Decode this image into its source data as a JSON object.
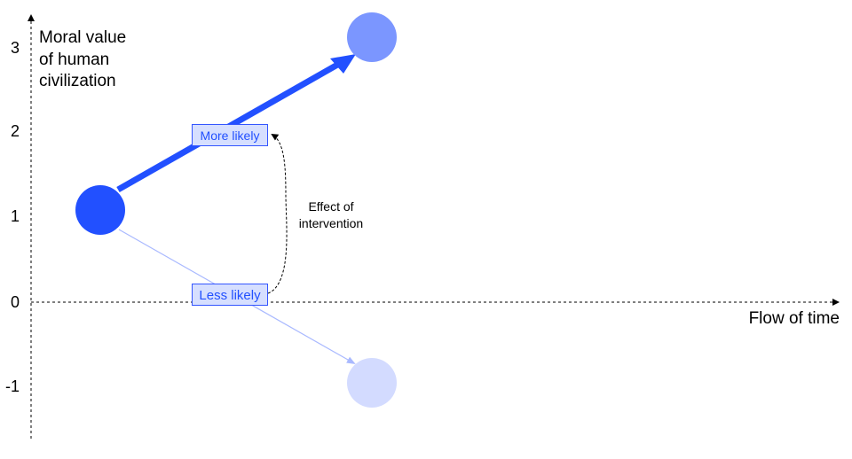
{
  "axes": {
    "y_label_lines": [
      "Moral value",
      "of human",
      "civilization"
    ],
    "x_label": "Flow of time",
    "y_ticks": [
      "3",
      "2",
      "1",
      "0",
      "-1"
    ]
  },
  "nodes": {
    "present_color": "#2250ff",
    "good_future_color": "#7b96ff",
    "bad_future_color": "#d3dbff"
  },
  "labels": {
    "more_likely": "More likely",
    "less_likely": "Less likely",
    "effect_lines": [
      "Effect of",
      "intervention"
    ]
  },
  "colors": {
    "accent": "#2250ff",
    "label_fill": "#d6dfff",
    "label_border": "#3355ff",
    "thin_arrow": "#a9b9ff"
  }
}
